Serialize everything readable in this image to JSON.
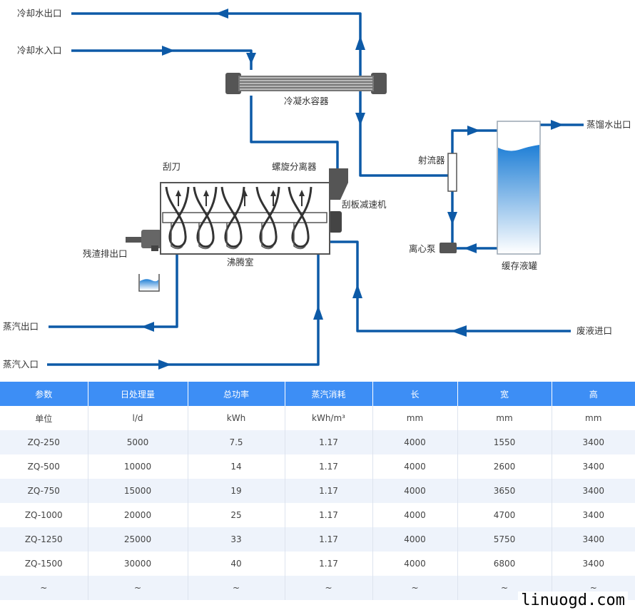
{
  "diagram": {
    "labels": {
      "cooling_water_out": "冷却水出口",
      "cooling_water_in": "冷却水入口",
      "condenser": "冷凝水容器",
      "scraper": "刮刀",
      "spiral_separator": "螺旋分离器",
      "scraper_reducer": "刮板减速机",
      "residue_outlet": "残渣排出口",
      "boiling_chamber": "沸腾室",
      "steam_out": "蒸汽出口",
      "steam_in": "蒸汽入口",
      "ejector": "射流器",
      "centrifugal_pump": "离心泵",
      "buffer_tank": "缓存液罐",
      "distilled_water_out": "蒸馏水出口",
      "waste_liquid_in": "废液进口"
    },
    "colors": {
      "pipe": "#0d5aa7",
      "equipment": "#555555",
      "liquid": "#3a9be6"
    }
  },
  "table": {
    "headers": [
      "参数",
      "日处理量",
      "总功率",
      "蒸汽消耗",
      "长",
      "宽",
      "高"
    ],
    "units": [
      "单位",
      "l/d",
      "kWh",
      "kWh/m³",
      "mm",
      "mm",
      "mm"
    ],
    "rows": [
      [
        "ZQ-250",
        "5000",
        "7.5",
        "1.17",
        "4000",
        "1550",
        "3400"
      ],
      [
        "ZQ-500",
        "10000",
        "14",
        "1.17",
        "4000",
        "2600",
        "3400"
      ],
      [
        "ZQ-750",
        "15000",
        "19",
        "1.17",
        "4000",
        "3650",
        "3400"
      ],
      [
        "ZQ-1000",
        "20000",
        "25",
        "1.17",
        "4000",
        "4700",
        "3400"
      ],
      [
        "ZQ-1250",
        "25000",
        "33",
        "1.17",
        "4000",
        "5750",
        "3400"
      ],
      [
        "ZQ-1500",
        "30000",
        "40",
        "1.17",
        "4000",
        "6800",
        "3400"
      ],
      [
        "~",
        "~",
        "~",
        "~",
        "~",
        "~",
        "~"
      ]
    ]
  },
  "watermark": "linuogd.com"
}
